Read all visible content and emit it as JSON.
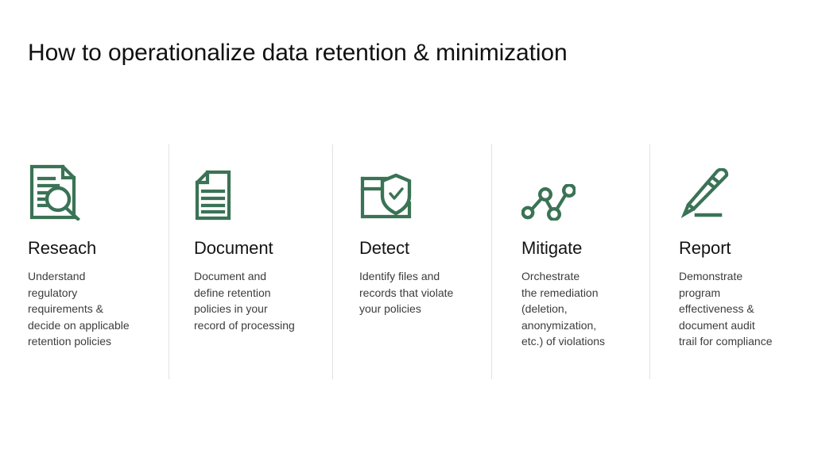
{
  "slide": {
    "title": "How to operationalize data retention & minimization",
    "background_color": "#ffffff",
    "accent_color": "#3a7355",
    "title_color": "#111111",
    "body_color": "#3c3c3c",
    "divider_color": "#e2e2e2"
  },
  "columns": [
    {
      "icon": "document-search-icon",
      "title": "Reseach",
      "body": "Understand\nregulatory\nrequirements &\ndecide on applicable\nretention policies"
    },
    {
      "icon": "document-lines-icon",
      "title": "Document",
      "body": "Document and\ndefine retention\npolicies in your\nrecord of processing"
    },
    {
      "icon": "folder-shield-check-icon",
      "title": "Detect",
      "body": "Identify files and\nrecords that violate\nyour policies"
    },
    {
      "icon": "node-graph-icon",
      "title": "Mitigate",
      "body": "Orchestrate\nthe remediation\n(deletion,\nanonymization,\n etc.) of violations"
    },
    {
      "icon": "pencil-edit-icon",
      "title": "Report",
      "body": "Demonstrate\nprogram\neffectiveness &\ndocument audit\ntrail for compliance"
    }
  ]
}
